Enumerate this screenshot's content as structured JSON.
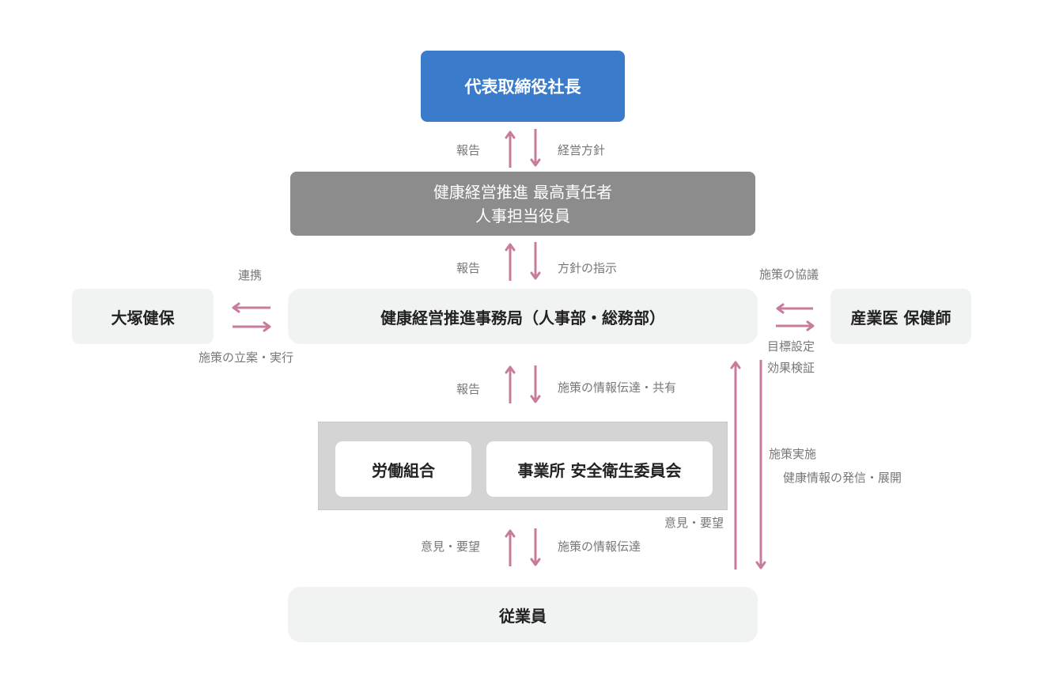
{
  "nodes": {
    "ceo": "代表取締役社長",
    "cho_line1": "健康経営推進 最高責任者",
    "cho_line2": "人事担当役員",
    "office": "健康経営推進事務局（人事部・総務部）",
    "kenpo": "大塚健保",
    "sangyoui": "産業医 保健師",
    "union": "労働組合",
    "committee": "事業所 安全衛生委員会",
    "employee": "従業員"
  },
  "labels": {
    "ceo_report": "報告",
    "ceo_policy": "経営方針",
    "cho_report": "報告",
    "cho_instruction": "方針の指示",
    "kenpo_cooperation": "連携",
    "kenpo_plan": "施策の立案・実行",
    "sangyoui_consult": "施策の協議",
    "sangyoui_goal": "目標設定",
    "sangyoui_verify": "効果検証",
    "office_report": "報告",
    "office_share": "施策の情報伝達・共有",
    "employee_opinion": "意見・要望",
    "employee_info": "施策の情報伝達",
    "direct_opinion": "意見・要望",
    "direct_implement": "施策実施",
    "direct_health_info": "健康情報の発信・展開"
  },
  "colors": {
    "ceo_box": "#3a7bcb",
    "cho_box": "#8c8c8c",
    "light_box": "#f1f2f2",
    "group_box": "#d4d4d4",
    "arrow": "#c77c9c",
    "label_text": "#777777"
  }
}
